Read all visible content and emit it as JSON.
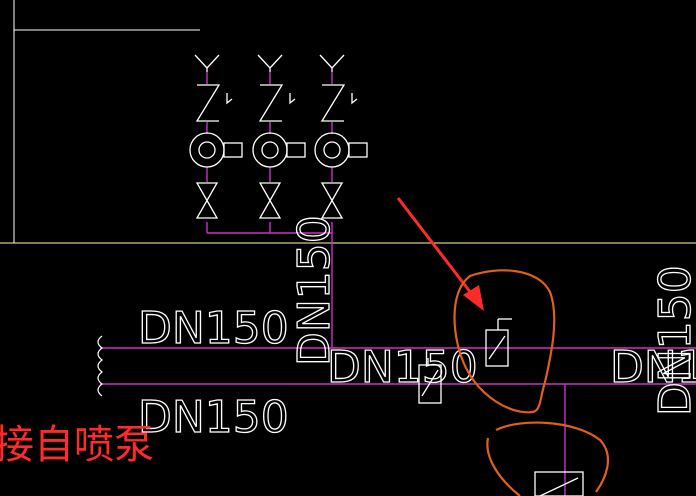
{
  "drawing": {
    "labels": {
      "main_pipe_upper": "DN150",
      "main_pipe_lower": "DN150",
      "riser": "DN150",
      "branch_mid": "DN150",
      "right_horizontal": "DN1",
      "right_vertical": "DN150"
    },
    "annotation_text": "接自喷泵",
    "sprinkler_head_count": 3,
    "colors": {
      "background": "#000000",
      "pipe": "#c832c8",
      "symbol": "#ffffff",
      "reference_line": "#ffffa0",
      "annotation": "#ff2a2a",
      "arrow": "#ff2a2a",
      "markup_circle": "#e0601a"
    }
  }
}
